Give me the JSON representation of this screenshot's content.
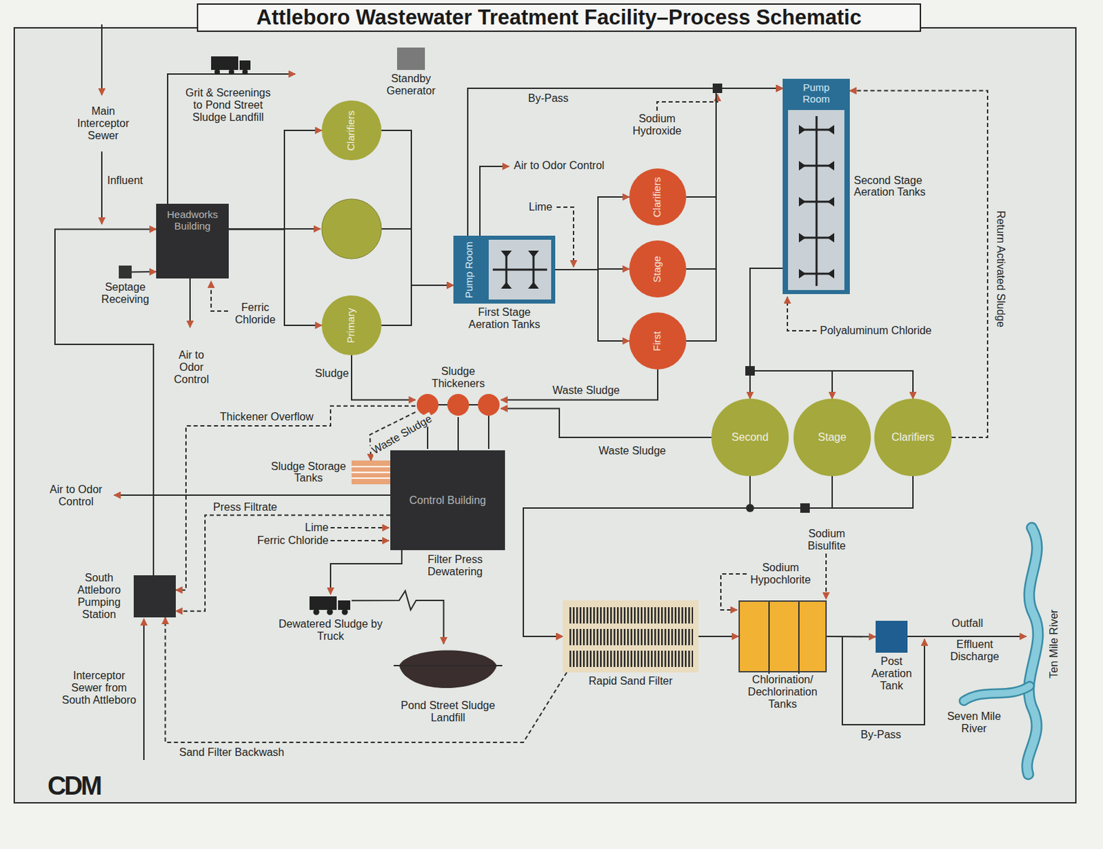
{
  "diagram": {
    "title": "Attleboro Wastewater Treatment Facility–Process Schematic",
    "nodes": [
      {
        "text": [
          "Standby Generator"
        ]
      },
      {
        "text": [
          "Headworks Building"
        ]
      },
      {
        "text": [
          "Septage Receiving"
        ]
      },
      {
        "text": [
          "Clarifiers"
        ]
      },
      {
        "text": [
          "Primary"
        ]
      },
      {
        "text": [
          "First Stage Aeration Tanks"
        ]
      },
      {
        "text": [
          "Pump Room"
        ],
        "in": 5
      },
      {
        "text": [
          "Clarifiers"
        ]
      },
      {
        "text": [
          "Stage"
        ]
      },
      {
        "text": [
          "First"
        ]
      },
      {
        "text": [
          "Second Stage Aeration Tanks"
        ]
      },
      {
        "text": [
          "Pump Room"
        ],
        "in": 10
      },
      {
        "text": [
          "Sludge Thickeners"
        ]
      },
      {
        "text": [
          "Second"
        ]
      },
      {
        "text": [
          "Stage"
        ]
      },
      {
        "text": [
          "Clarifiers"
        ]
      },
      {
        "text": [
          "Sludge Storage Tanks"
        ]
      },
      {
        "text": [
          "Control Building"
        ]
      },
      {
        "text": [
          "South Attleboro Pumping Station"
        ]
      },
      {
        "text": [
          "Dewatered Sludge by Truck"
        ]
      },
      {
        "text": [
          "Pond Street Sludge Landfill"
        ]
      },
      {
        "text": [
          "Rapid Sand Filter"
        ]
      },
      {
        "text": [
          "Chlorination/ Dechlorination Tanks"
        ]
      },
      {
        "text": [
          "Post Aeration Tank"
        ]
      }
    ],
    "edges": [
      {
        "from": 1,
        "to": 3,
        "arrow": "to"
      },
      {
        "from": 1,
        "to": 4,
        "arrow": "to"
      },
      {
        "from": 2,
        "to": 1,
        "arrow": "to"
      },
      {
        "from": 3,
        "to": 6,
        "arrow": "to"
      },
      {
        "from": 4,
        "to": 6,
        "arrow": "to"
      },
      {
        "from": 5,
        "to": 7,
        "arrow": "to"
      },
      {
        "from": 5,
        "to": 8,
        "arrow": "to"
      },
      {
        "from": 5,
        "to": 9,
        "arrow": "to"
      },
      {
        "from": 7,
        "to": 11,
        "arrow": "to"
      },
      {
        "from": 8,
        "to": 11,
        "arrow": "to"
      },
      {
        "from": 9,
        "to": 11,
        "arrow": "to"
      },
      {
        "from": 6,
        "to": 11,
        "label": "By-Pass",
        "arrow": "to"
      },
      {
        "from": 10,
        "to": 13,
        "arrow": "to"
      },
      {
        "from": 10,
        "to": 14,
        "arrow": "to"
      },
      {
        "from": 10,
        "to": 15,
        "arrow": "to"
      },
      {
        "from": 15,
        "to": 11,
        "label": "Return Activated Sludge",
        "arrow": "to"
      },
      {
        "from": 13,
        "to": 21,
        "arrow": "to"
      },
      {
        "from": 14,
        "to": 21,
        "arrow": "to"
      },
      {
        "from": 15,
        "to": 21,
        "arrow": "to"
      },
      {
        "from": 4,
        "to": 12,
        "label": "Sludge",
        "arrow": "to"
      },
      {
        "from": 9,
        "to": 12,
        "label": "Waste Sludge",
        "arrow": "to"
      },
      {
        "from": 13,
        "to": 12,
        "label": "Waste Sludge",
        "arrow": "to"
      },
      {
        "from": 12,
        "to": 17,
        "arrow": "none"
      },
      {
        "from": 12,
        "to": 16,
        "label": "Waste Sludge",
        "arrow": "to"
      },
      {
        "from": 12,
        "to": 18,
        "label": "Thickener Overflow",
        "arrow": "to"
      },
      {
        "from": 17,
        "to": 18,
        "label": "Press Filtrate",
        "arrow": "to"
      },
      {
        "from": 21,
        "to": 18,
        "label": "Sand Filter Backwash",
        "arrow": "to"
      },
      {
        "from": 18,
        "to": 1,
        "arrow": "to"
      },
      {
        "from": 17,
        "to": 19,
        "arrow": "to"
      },
      {
        "from": 19,
        "to": 20,
        "arrow": "to"
      },
      {
        "from": 21,
        "to": 22,
        "arrow": "to"
      },
      {
        "from": 22,
        "to": 23,
        "arrow": "to"
      }
    ],
    "labels": [
      "Main Interceptor Sewer",
      "Influent",
      "Grit & Screenings to Pond Street Sludge Landfill",
      "Ferric Chloride",
      "Air to Odor Control",
      "Air to Odor Control",
      "Lime",
      "Sodium Hydroxide",
      "Polyaluminum Chloride",
      "Air to Odor Control",
      "Lime",
      "Ferric Chloride",
      "Filter Press Dewatering",
      "Interceptor Sewer from South Attleboro",
      "Sodium Hypochlorite",
      "Sodium Bisulfite",
      "Outfall",
      "Effluent Discharge",
      "By-Pass",
      "Seven Mile River",
      "Ten Mile River",
      "CDM"
    ]
  }
}
